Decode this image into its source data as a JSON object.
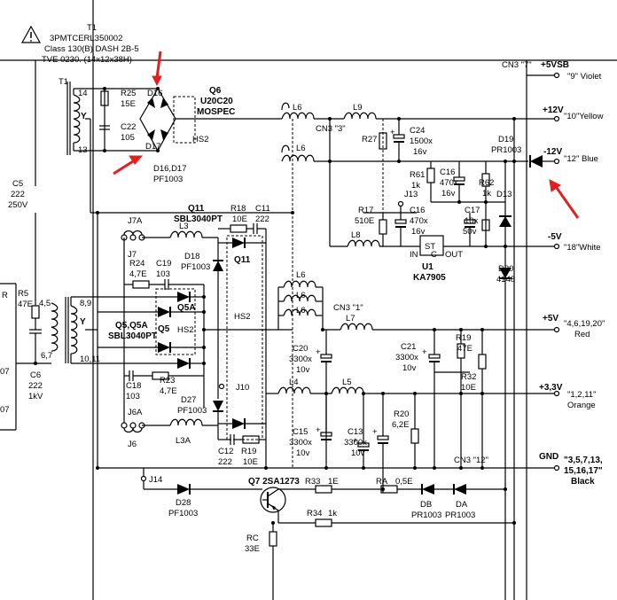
{
  "transformer_t1": {
    "ref": "T1",
    "part": "3PMTCERL350002",
    "spec1": "Class 130(B) DASH 2B-5",
    "spec2": "TVE 0230. (14x12x38H)",
    "pins": [
      "14",
      "13",
      "8,9",
      "4,5",
      "6,7",
      "10,11",
      "Y",
      "Y"
    ]
  },
  "components": {
    "r25": "R25",
    "r25_val": "15E",
    "c22": "C22",
    "c22_val": "105",
    "d16": "D16",
    "d17": "D17",
    "d16d17": "D16,D17",
    "d16d17_part": "PF1003",
    "q6": "Q6",
    "q6_part": "U20C20",
    "q6_mfr": "MOSPEC",
    "hs2": "HS2",
    "c5": "C5",
    "c5_val": "222",
    "c5_volt": "250V",
    "r5": "R5",
    "r5_val": "47E",
    "c6": "C6",
    "c6_val": "222",
    "c6_volt": "1kV",
    "l6": "L6",
    "l9": "L9",
    "cn3_3": "CN3 \"3\"",
    "r27": "R27",
    "c24": "C24",
    "c24_val": "1500x",
    "c24_volt": "16v",
    "r61": "R61",
    "r61_val": "1k",
    "c16a": "C16",
    "c16a_val": "470x",
    "c16a_volt": "16v",
    "r62": "R62",
    "r62_val": "1k",
    "d13": "D13",
    "d19": "D19",
    "d19_part": "PR1003",
    "j13": "J13",
    "r17": "R17",
    "r17_val": "510E",
    "c16b": "C16",
    "c16b_val": "470x",
    "c16b_volt": "16v",
    "c17": "C17",
    "c17_val": "10x",
    "c17_volt": "50v",
    "l8": "L8",
    "u1": "U1",
    "u1_part": "KA7905",
    "u1_in": "IN",
    "u1_c": "C",
    "u1_out": "OUT",
    "u1_st": "ST",
    "d20": "D20",
    "d20_part": "4148",
    "j7a": "J7A",
    "j7": "J7",
    "q11": "Q11",
    "q11_part": "SBL3040PT",
    "l3": "L3",
    "r18": "R18",
    "r18_val": "10E",
    "c11": "C11",
    "c11_val": "222",
    "r24": "R24",
    "r24_val": "4,7E",
    "c19": "C19",
    "c19_val": "103",
    "d18": "D18",
    "d18_part": "PF1003",
    "q5": "Q5",
    "q5a": "Q5A",
    "q5q5a": "Q5,Q5A",
    "q5_part": "SBL3040PT",
    "c18": "C18",
    "c18_val": "103",
    "r23": "R23",
    "r23_val": "4,7E",
    "d27": "D27",
    "d27_part": "PF1003",
    "j10": "J10",
    "j6a": "J6A",
    "j6": "J6",
    "l3a": "L3A",
    "c12": "C12",
    "c12_val": "222",
    "r19b": "R19",
    "r19b_val": "10E",
    "cn3_1": "CN3 \"1\"",
    "l7": "L7",
    "c20": "C20",
    "c20_val": "3300x",
    "c20_volt": "10v",
    "c21": "C21",
    "c21_val": "3300x",
    "c21_volt": "10v",
    "r19": "R19",
    "r19_val": "47E",
    "r32": "R32",
    "r32_val": "10E",
    "l4": "L4",
    "l5": "L5",
    "c15": "C15",
    "c15_val": "3300x",
    "c15_volt": "10v",
    "c13": "C13",
    "c13_val": "3300x",
    "c13_volt": "10v",
    "r20": "R20",
    "r20_val": "6,2E",
    "cn3_12": "CN3 \"12\"",
    "j14": "J14",
    "d28": "D28",
    "d28_part": "PF1003",
    "q7": "Q7 2SA1273",
    "r33": "R33",
    "r33_val": "1E",
    "ra": "RA",
    "ra_val": "0,5E",
    "db": "DB",
    "db_part": "PR1003",
    "da": "DA",
    "da_part": "PR1003",
    "r34": "R34",
    "r34_val": "1k",
    "rc": "RC",
    "rc_val": "33E",
    "edge_r": "R",
    "edge_07a": "07",
    "edge_07b": "07"
  },
  "outputs": [
    {
      "cn": "CN3 \"7\"",
      "rail": "+5VSB",
      "pins": "\"9\" Violet",
      "color": ""
    },
    {
      "rail": "+12V",
      "pins": "\"10\"Yellow",
      "color": ""
    },
    {
      "rail": "-12V",
      "pins": "\"12\" Blue",
      "color": ""
    },
    {
      "rail": "-5V",
      "pins": "\"18\"White",
      "color": ""
    },
    {
      "rail": "+5V",
      "pins": "\"4,6,19,20\"",
      "color": "Red"
    },
    {
      "rail": "+3,3V",
      "pins": "\"1,2,11\"",
      "color": "Orange"
    },
    {
      "rail": "GND",
      "pins": "\"3,5,7,13,",
      "pins2": "15,16,17\"",
      "color": "Black"
    }
  ],
  "annotation_color": "#e02020"
}
